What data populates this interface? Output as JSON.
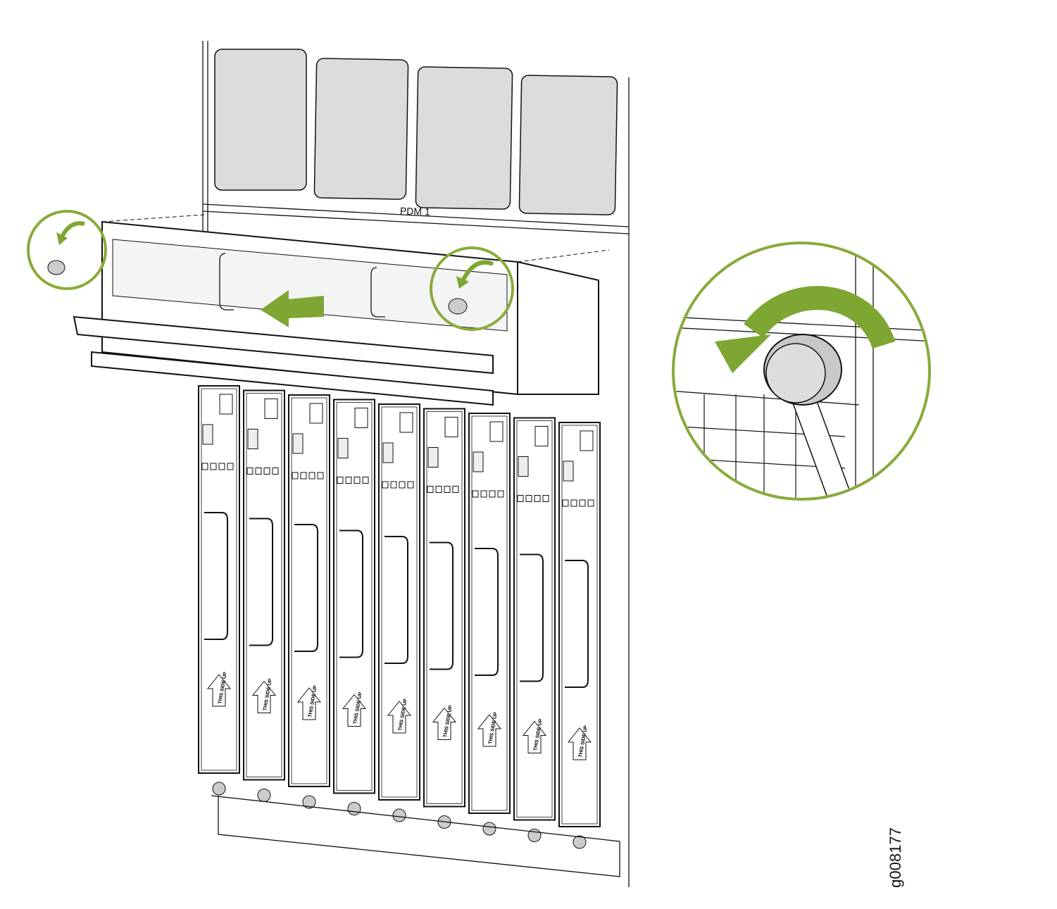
{
  "chassis": {
    "pdm_label": "PDM 1"
  },
  "modules": {
    "count": 9,
    "labels": [
      "THIS SIDE UP",
      "THIS SIDE UP",
      "THIS SIDE UP",
      "THIS SIDE UP",
      "THIS SIDE UP",
      "THIS SIDE UP",
      "THIS SIDE UP",
      "THIS SIDE UP",
      "THIS SIDE UP"
    ]
  },
  "figure_id": "g008177",
  "colors": {
    "callout": "#8aaa3a",
    "arrow": "#7ea632",
    "panel": "#dcdcdc"
  }
}
